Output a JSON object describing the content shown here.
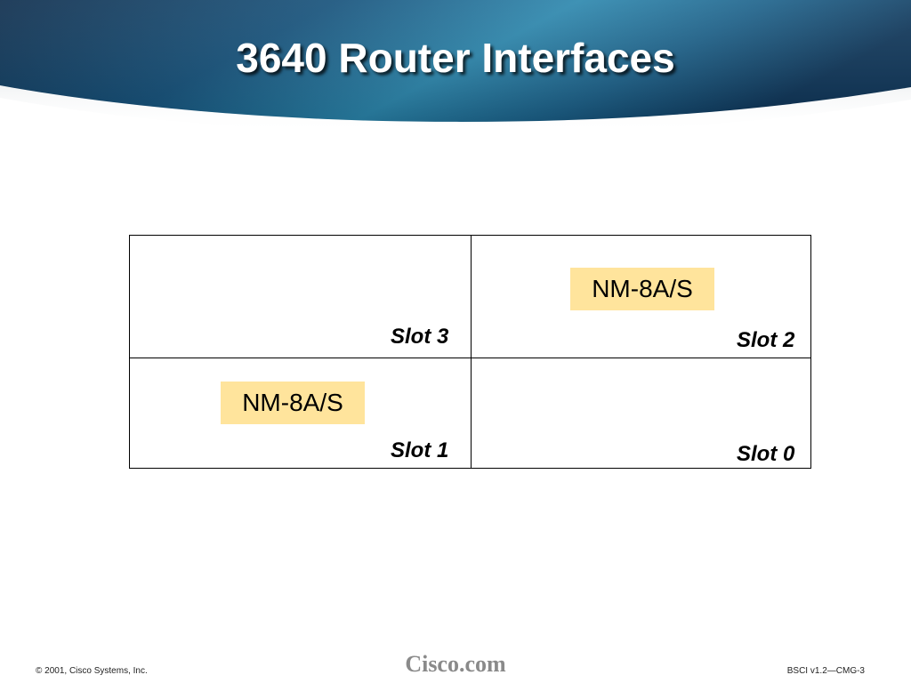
{
  "slide": {
    "title": "3640 Router Interfaces"
  },
  "slots": {
    "slot3": {
      "label": "Slot 3",
      "module": ""
    },
    "slot2": {
      "label": "Slot 2",
      "module": "NM-8A/S"
    },
    "slot1": {
      "label": "Slot 1",
      "module": "NM-8A/S"
    },
    "slot0": {
      "label": "Slot 0",
      "module": ""
    }
  },
  "footer": {
    "copyright": "© 2001, Cisco Systems, Inc.",
    "logo": "Cisco.com",
    "course_code": "BSCI v1.2—CMG-3"
  },
  "colors": {
    "banner_dark": "#0b2d4e",
    "banner_mid": "#1e6e96",
    "banner_light": "#4ea3c4",
    "module_fill": "#ffe49c"
  }
}
